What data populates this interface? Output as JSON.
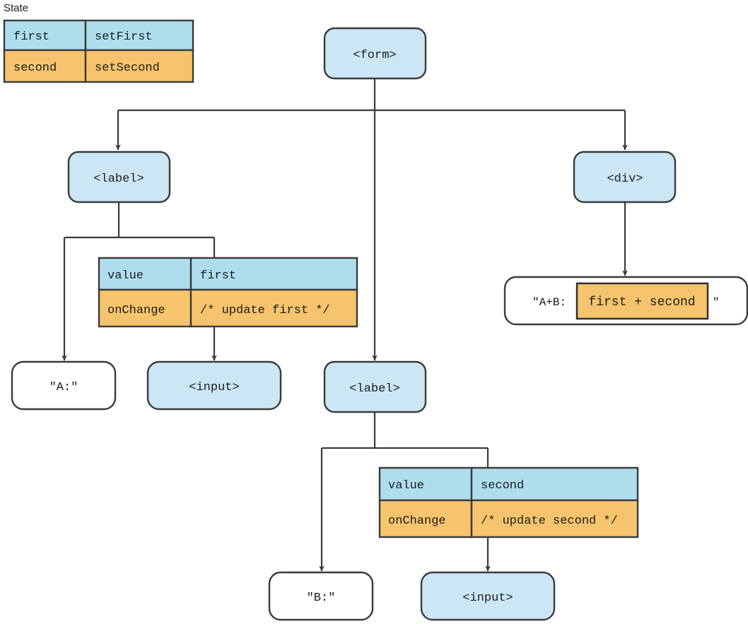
{
  "diagram": {
    "title": "State",
    "colors": {
      "node_blue": "#cbe7f6",
      "node_white": "#ffffff",
      "cell_blue": "#aedeee",
      "cell_orange": "#f5c46c",
      "stroke": "#3a3a3a"
    },
    "state_table": {
      "caption": "State",
      "rows": [
        {
          "name": "first",
          "setter": "setFirst",
          "tone": "blue"
        },
        {
          "name": "second",
          "setter": "setSecond",
          "tone": "orange"
        }
      ]
    },
    "nodes": {
      "form": "<form>",
      "label_a": "<label>",
      "label_b": "<label>",
      "div": "<div>",
      "text_a": "\"A:\"",
      "text_b": "\"B:\"",
      "input_a": "<input>",
      "input_b": "<input>"
    },
    "props_first": {
      "rows": [
        {
          "key": "value",
          "value": "first",
          "tone": "blue"
        },
        {
          "key": "onChange",
          "value": "/* update first */",
          "tone": "orange"
        }
      ]
    },
    "props_second": {
      "rows": [
        {
          "key": "value",
          "value": "second",
          "tone": "blue"
        },
        {
          "key": "onChange",
          "value": "/* update second */",
          "tone": "orange"
        }
      ]
    },
    "output_node": {
      "prefix": "\"A+B:",
      "expression": "first + second",
      "suffix": "\""
    }
  }
}
